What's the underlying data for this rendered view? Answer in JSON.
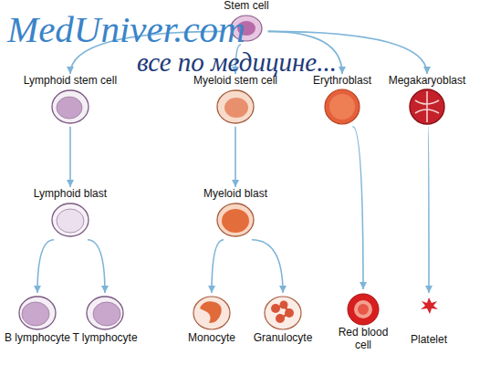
{
  "diagram": {
    "nodes": [
      {
        "text": [
          "Stem cell"
        ]
      },
      {
        "text": [
          "Lymphoid stem cell"
        ]
      },
      {
        "text": [
          "Myeloid stem cell"
        ]
      },
      {
        "text": [
          "Erythroblast"
        ]
      },
      {
        "text": [
          "Megakaryoblast"
        ]
      },
      {
        "text": [
          "Lymphoid blast"
        ]
      },
      {
        "text": [
          "Myeloid blast"
        ]
      },
      {
        "text": [
          "B lymphocyte"
        ]
      },
      {
        "text": [
          "T lymphocyte"
        ]
      },
      {
        "text": [
          "Monocyte"
        ]
      },
      {
        "text": [
          "Granulocyte"
        ]
      },
      {
        "text": [
          "Red blood cell"
        ]
      },
      {
        "text": [
          "Platelet"
        ]
      }
    ],
    "edges": [
      {
        "from": 0,
        "to": 1,
        "arrow": "to"
      },
      {
        "from": 0,
        "to": 2,
        "arrow": "to"
      },
      {
        "from": 0,
        "to": 3,
        "arrow": "to"
      },
      {
        "from": 0,
        "to": 4,
        "arrow": "to"
      },
      {
        "from": 1,
        "to": 5,
        "arrow": "to"
      },
      {
        "from": 2,
        "to": 6,
        "arrow": "to"
      },
      {
        "from": 5,
        "to": 7,
        "arrow": "to"
      },
      {
        "from": 5,
        "to": 8,
        "arrow": "to"
      },
      {
        "from": 6,
        "to": 9,
        "arrow": "to"
      },
      {
        "from": 6,
        "to": 10,
        "arrow": "to"
      },
      {
        "from": 3,
        "to": 11,
        "arrow": "to"
      },
      {
        "from": 4,
        "to": 12,
        "arrow": "to"
      }
    ],
    "labels": [
      "MedUniver.com",
      "все по медицине..."
    ]
  }
}
